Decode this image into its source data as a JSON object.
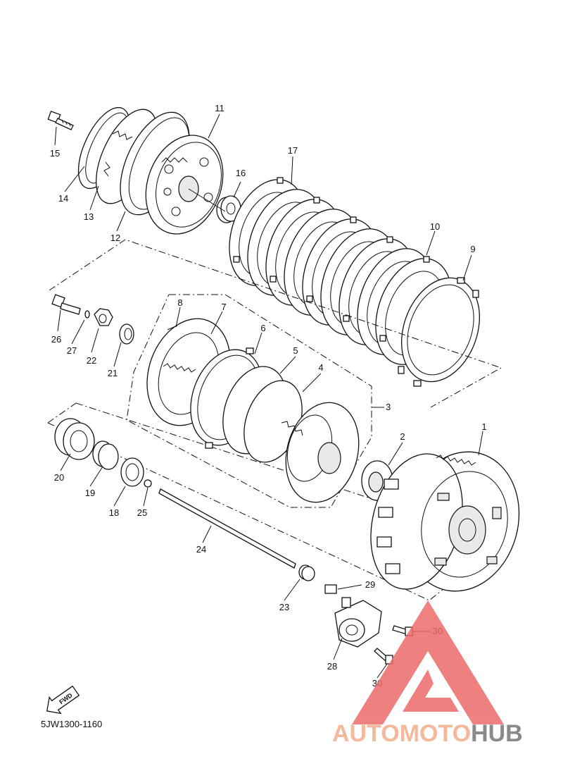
{
  "labels": {
    "p1": "1",
    "p2": "2",
    "p3": "3",
    "p4": "4",
    "p5": "5",
    "p6": "6",
    "p7": "7",
    "p8": "8",
    "p9": "9",
    "p10": "10",
    "p11": "11",
    "p12": "12",
    "p13": "13",
    "p14": "14",
    "p15": "15",
    "p16": "16",
    "p17": "17",
    "p18": "18",
    "p19": "19",
    "p20": "20",
    "p21": "21",
    "p22": "22",
    "p23": "23",
    "p24": "24",
    "p25": "25",
    "p26": "26",
    "p27": "27",
    "p28": "28",
    "p29": "29",
    "p30a": "30",
    "p30b": "30"
  },
  "fwd_label": "FWD",
  "diagram_code": "5JW1300-1160",
  "watermark": {
    "part1": "AUTOMOTO",
    "part2": "HUB",
    "color1": "#f4b89a",
    "color2": "#8a8a8a",
    "logo_color": "#ec6b6b"
  }
}
